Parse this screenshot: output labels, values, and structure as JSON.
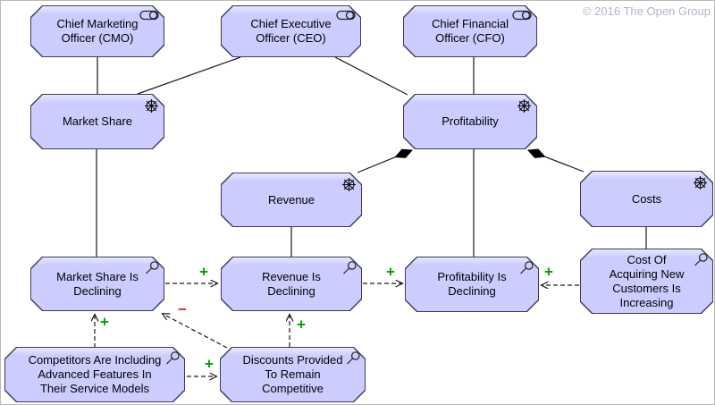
{
  "meta": {
    "copyright": "© 2016 The Open Group"
  },
  "colors": {
    "node-fill": "#ccccff",
    "node-border": "#3c3c55",
    "positive": "#00a000",
    "negative": "#cc3333",
    "copyright-color": "#b3b3cc",
    "line": "#1a1a1a"
  },
  "icons": {
    "stakeholder": "stakeholder-role-cylinder-icon",
    "driver": "driver-steering-wheel-icon",
    "assessment": "assessment-magnifier-icon"
  },
  "nodes": {
    "cmo": {
      "label": "Chief Marketing\nOfficer (CMO)",
      "type": "stakeholder"
    },
    "ceo": {
      "label": "Chief Executive\nOfficer (CEO)",
      "type": "stakeholder"
    },
    "cfo": {
      "label": "Chief Financial\nOfficer (CFO)",
      "type": "stakeholder"
    },
    "market_share": {
      "label": "Market Share",
      "type": "driver"
    },
    "profitability": {
      "label": "Profitability",
      "type": "driver"
    },
    "revenue": {
      "label": "Revenue",
      "type": "driver"
    },
    "costs": {
      "label": "Costs",
      "type": "driver"
    },
    "market_share_declining": {
      "label": "Market Share Is\nDeclining",
      "type": "assessment"
    },
    "revenue_declining": {
      "label": "Revenue Is\nDeclining",
      "type": "assessment"
    },
    "profitability_declining": {
      "label": "Profitability Is\nDeclining",
      "type": "assessment"
    },
    "cost_acquiring": {
      "label": "Cost Of\nAcquiring New\nCustomers Is\nIncreasing",
      "type": "assessment"
    },
    "competitors": {
      "label": "Competitors Are Including\nAdvanced Features In\nTheir Service Models",
      "type": "assessment"
    },
    "discounts": {
      "label": "Discounts Provided\nTo Remain\nCompetitive",
      "type": "assessment"
    }
  },
  "influences": {
    "msd_to_rd": "+",
    "rd_to_pd": "+",
    "cost_to_pd": "+",
    "comp_to_msd": "+",
    "disc_to_msd": "−",
    "disc_to_rd": "+",
    "comp_to_disc": "+"
  }
}
